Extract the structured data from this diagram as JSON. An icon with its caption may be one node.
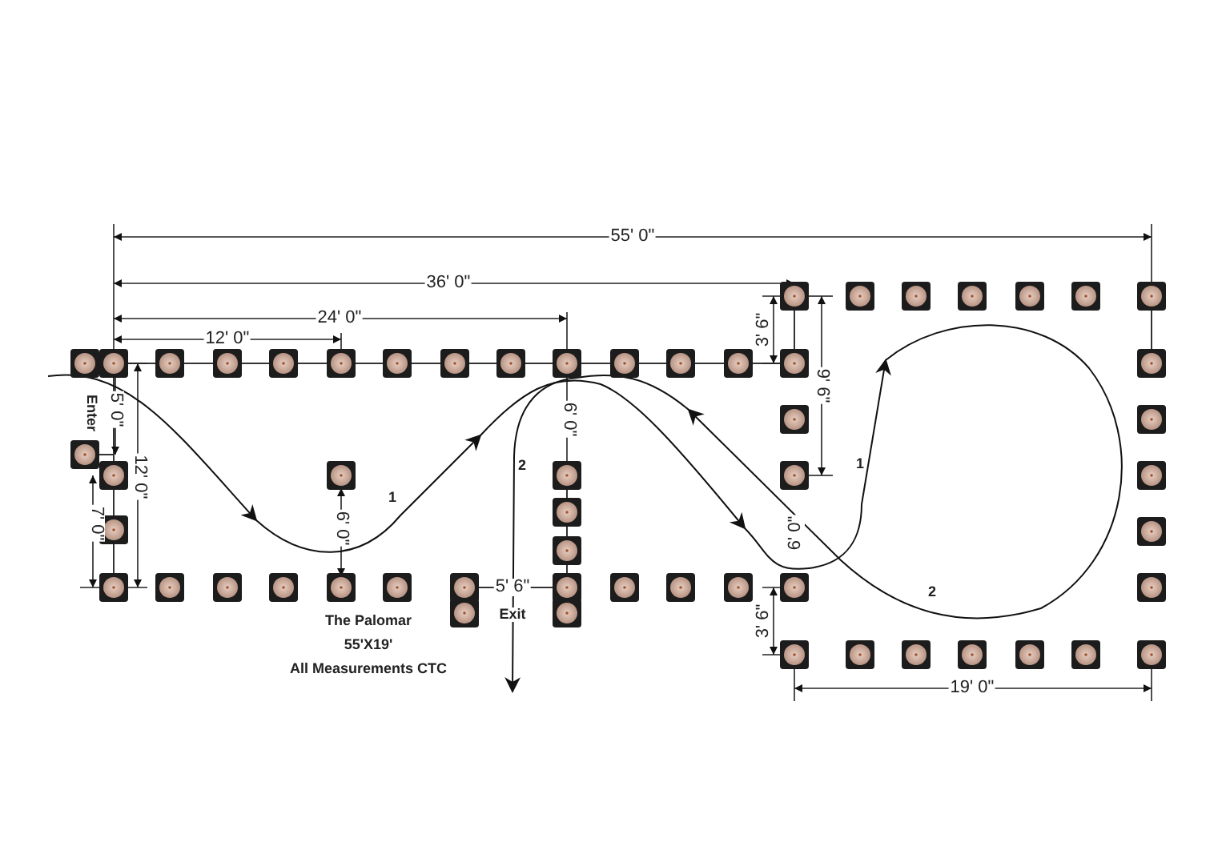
{
  "diagram": {
    "labels": [
      "55' 0\"",
      "36' 0\"",
      "24' 0\"",
      "3' 6\"",
      "12' 0\"",
      "Enter",
      "5' 0\"",
      "6' 0\"",
      "9' 6\"",
      "12' 0\"",
      "2",
      "1",
      "1",
      "7' 0\"",
      "6' 0\"",
      "6' 0\"",
      "5' 6\"",
      "Exit",
      "3' 6\"",
      "2",
      "The Palomar",
      "55'X19'",
      "All Measurements CTC",
      "19' 0\""
    ]
  }
}
